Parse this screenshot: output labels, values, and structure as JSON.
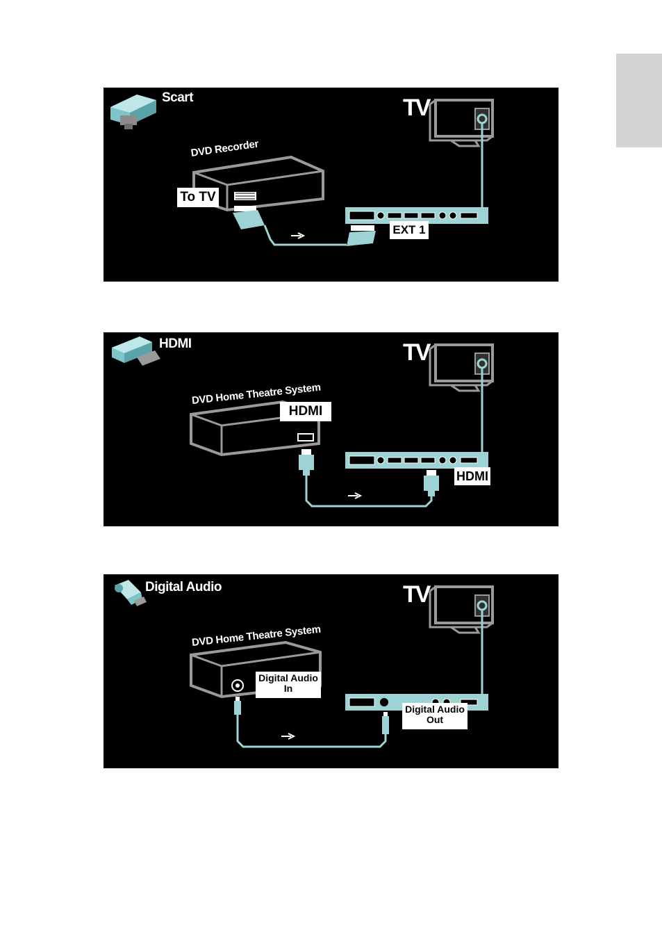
{
  "colors": {
    "panel": "#000000",
    "outline": "#9a9a9a",
    "cable": "#9ed3d5",
    "callout_bg": "#ffffff",
    "side_tab": "#d4d4d4"
  },
  "panels": [
    {
      "title": "Scart",
      "icon": "scart-connector-icon",
      "tv_label": "TV",
      "device_label": "DVD Recorder",
      "device_callout": "To TV",
      "tv_callout": "EXT 1"
    },
    {
      "title": "HDMI",
      "icon": "hdmi-connector-icon",
      "tv_label": "TV",
      "device_label": "DVD Home Theatre System",
      "device_callout": "HDMI",
      "tv_callout": "HDMI"
    },
    {
      "title": "Digital Audio",
      "icon": "optical-connector-icon",
      "tv_label": "TV",
      "device_label": "DVD Home Theatre System",
      "device_callout_line1": "Digital Audio",
      "device_callout_line2": "In",
      "tv_callout_line1": "Digital Audio",
      "tv_callout_line2": "Out"
    }
  ]
}
